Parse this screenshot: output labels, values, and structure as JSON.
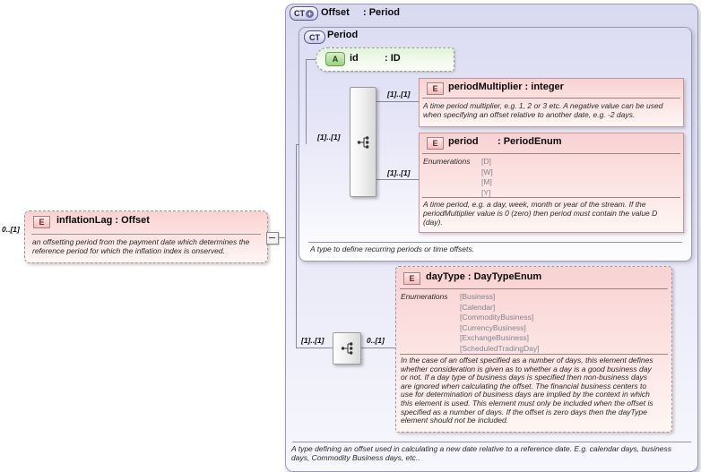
{
  "root_type": {
    "badge": "CT",
    "expand_glyph": "+",
    "name": "Offset",
    "type_suffix": ": Period",
    "annotation": "A type defining an offset used in calculating a new date relative to a reference date. E.g. calendar days, business days, Commodity Business days, etc.."
  },
  "period_type": {
    "badge": "CT",
    "name": "Period",
    "annotation": "A type to define recurring periods or time offsets.",
    "content_cardinality": "[1]..[1]"
  },
  "id_attribute": {
    "badge": "A",
    "name": "id",
    "type_suffix": ": ID"
  },
  "period_multiplier": {
    "badge": "E",
    "title": "periodMultiplier : integer",
    "cardinality": "[1]..[1]",
    "annotation": "A time period multiplier, e.g. 1, 2 or 3 etc. A negative value can be used when specifying an offset relative to another date, e.g. -2 days."
  },
  "period_element": {
    "badge": "E",
    "name": "period",
    "type_suffix": ": PeriodEnum",
    "cardinality": "[1]..[1]",
    "enum_label": "Enumerations",
    "enums": [
      "[D]",
      "[W]",
      "[M]",
      "[Y]"
    ],
    "annotation": "A time period, e.g. a day, week, month or year of the stream. If the periodMultiplier value is 0 (zero) then period must contain the value D (day)."
  },
  "day_type": {
    "badge": "E",
    "title": "dayType : DayTypeEnum",
    "sequence_cardinality": "[1]..[1]",
    "cardinality": "0..[1]",
    "enum_label": "Enumerations",
    "enums": [
      "[Business]",
      "[Calendar]",
      "[CommodityBusiness]",
      "[CurrencyBusiness]",
      "[ExchangeBusiness]",
      "[ScheduledTradingDay]"
    ],
    "annotation": "In the case of an offset specified as a number of days, this element defines whether consideration is given as to whether a day is a good business day or not. If a day type of business days is specified then non-business days are ignored when calculating the offset. The financial business centers to use for determination of business days are implied by the context in which this element is used. This element must only be included when the offset is specified as a number of days. If the offset is zero days then the dayType element should not be included."
  },
  "inflation_lag": {
    "badge": "E",
    "title": "inflationLag : Offset",
    "cardinality": "0..[1]",
    "annotation": "an offsetting period from the payment date which determines the reference period for which the inflation index is onserved."
  },
  "colors": {
    "type_fill": "#e2e2f5",
    "element_fill": "#f9d2d2",
    "attribute_fill": "#dff3d6",
    "border_gray": "#999999",
    "connector": "#88889a"
  }
}
